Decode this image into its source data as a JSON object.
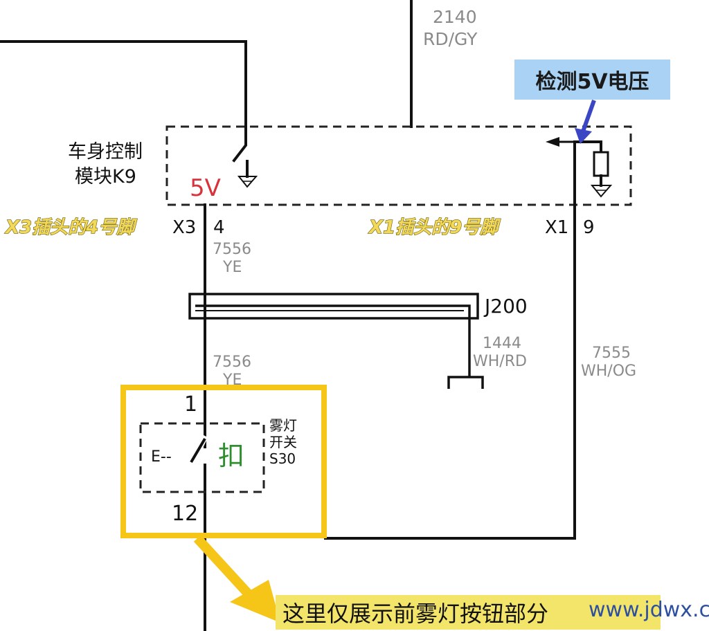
{
  "module": {
    "line1": "车身控制",
    "line2": "模块K9",
    "voltage": "5V"
  },
  "callout": {
    "text": "检测5V电压",
    "bg": "#a9d2f5"
  },
  "wires": {
    "top": {
      "num": "2140",
      "color": "RD/GY"
    },
    "upper_ye": {
      "num": "7556",
      "color": "YE"
    },
    "lower_ye": {
      "num": "7556",
      "color": "YE"
    },
    "ground": {
      "num": "1444",
      "color": "WH/RD"
    },
    "right": {
      "num": "7555",
      "color": "WH/OG"
    }
  },
  "connectors": {
    "x3": {
      "annotation": "X3插头的4号脚",
      "name": "X3",
      "pin": "4"
    },
    "x1": {
      "annotation": "X1插头的9号脚",
      "name": "X1",
      "pin": "9"
    }
  },
  "splice": {
    "label": "J200"
  },
  "switch": {
    "label1": "雾灯",
    "label2": "开关",
    "label3": "S30",
    "pin_top": "1",
    "pin_bottom": "12",
    "symbol": "E--",
    "glyph": "扣"
  },
  "banner": {
    "text": "这里仅展示前雾灯按钮部分",
    "bg": "#f3e46a"
  },
  "watermark": {
    "text": "www.jdwx.cn"
  },
  "colors": {
    "highlight_box": "#f5c518",
    "arrow": "#3b46c4",
    "voltage_text": "#d8323c",
    "glyph": "#2f8f2f"
  }
}
